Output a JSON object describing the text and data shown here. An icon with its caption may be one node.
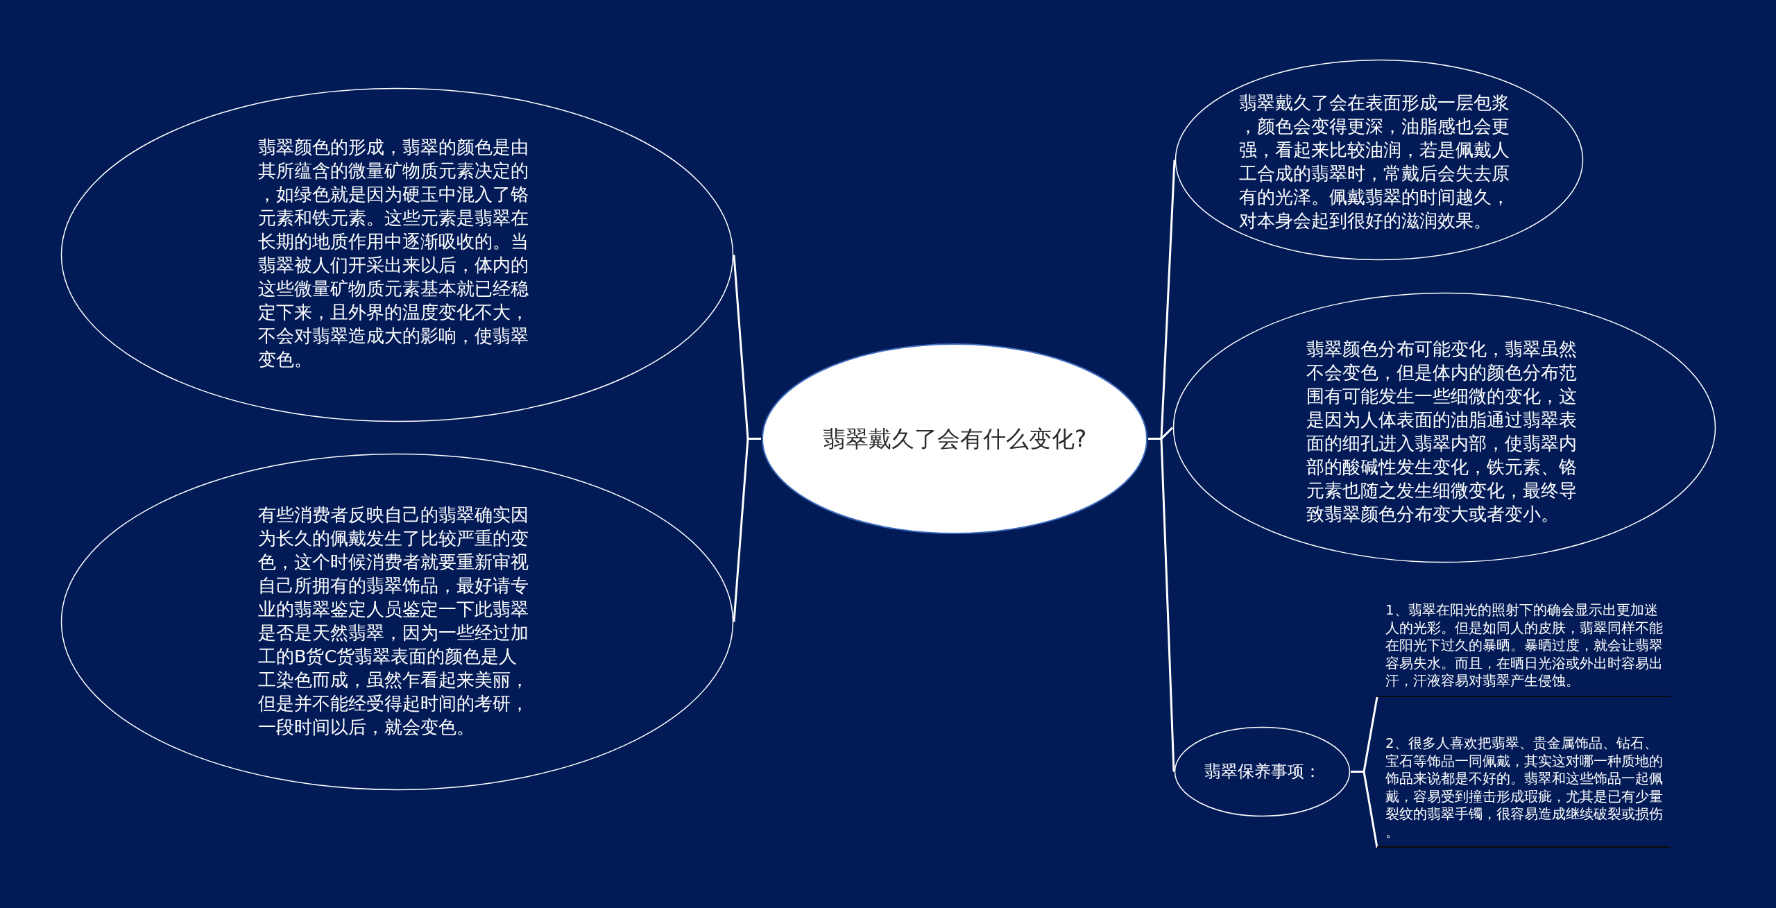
{
  "diagram": {
    "nodes": [
      {
        "text": [
          "翡翠戴久了会有什么变化?"
        ]
      },
      {
        "text": [
          "翡翠颜色的形成，翡翠的颜色是由其所蕴含的微量矿物质元素决定的，如绿色就是因为硬玉中混入了铬元素和铁元素。这些元素是翡翠在长期的地质作用中逐渐吸收的。当翡翠被人们开采出来以后，体内的这些微量矿物质元素基本就已经稳定下来，且外界的温度变化不大，不会对翡翠造成大的影响，使翡翠变色。"
        ]
      },
      {
        "text": [
          "有些消费者反映自己的翡翠确实因为长久的佩戴发生了比较严重的变色，这个时候消费者就要重新审视自己所拥有的翡翠饰品，最好请专业的翡翠鉴定人员鉴定一下此翡翠是否是天然翡翠，因为一些经过加工的B货C货翡翠表面的颜色是人工染色而成，虽然乍看起来美丽，但是并不能经受得起时间的考研，一段时间以后，就会变色。"
        ]
      },
      {
        "text": [
          "翡翠戴久了会在表面形成一层包浆，颜色会变得更深，油脂感也会更强，看起来比较油润，若是佩戴人工合成的翡翠时，常戴后会失去原有的光泽。佩戴翡翠的时间越久，对本身会起到很好的滋润效果。"
        ]
      },
      {
        "text": [
          "翡翠颜色分布可能变化，翡翠虽然不会变色，但是体内的颜色分布范围有可能发生一些细微的变化，这是因为人体表面的油脂通过翡翠表面的细孔进入翡翠内部，使翡翠内部的酸碱性发生变化，铁元素、铬元素也随之发生细微变化，最终导致翡翠颜色分布变大或者变小。"
        ]
      },
      {
        "text": [
          "翡翠保养事项："
        ]
      },
      {
        "text": [
          "1、翡翠在阳光的照射下的确会显示出更加迷人的光彩。但是如同人的皮肤，翡翠同样不能在阳光下过久的暴晒。暴晒过度，就会让翡翠容易失水。而且，在晒日光浴或外出时容易出汗，汗液容易对翡翠产生侵蚀。"
        ]
      },
      {
        "text": [
          "2、很多人喜欢把翡翠、贵金属饰品、钻石、宝石等饰品一同佩戴，其实这对哪一种质地的饰品来说都是不好的。翡翠和这些饰品一起佩戴，容易受到撞击形成瑕疵，尤其是已有少量裂纹的翡翠手镯，很容易造成继续破裂或损伤。"
        ]
      }
    ],
    "edges": [
      {
        "from": 0,
        "to": 1,
        "arrow": "none"
      },
      {
        "from": 0,
        "to": 2,
        "arrow": "none"
      },
      {
        "from": 0,
        "to": 3,
        "arrow": "none"
      },
      {
        "from": 0,
        "to": 4,
        "arrow": "none"
      },
      {
        "from": 0,
        "to": 5,
        "arrow": "none"
      },
      {
        "from": 5,
        "to": 6,
        "arrow": "none"
      },
      {
        "from": 5,
        "to": 7,
        "arrow": "none"
      }
    ]
  }
}
